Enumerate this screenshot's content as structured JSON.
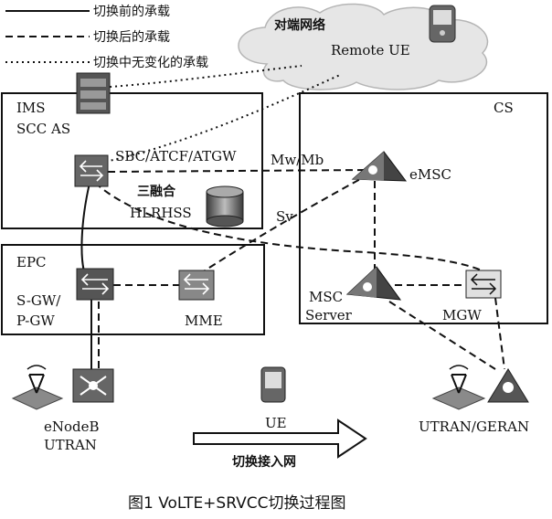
{
  "legend": {
    "solid": "切换前的承载",
    "dashed": "切换后的承载",
    "dotted": "切换中无变化的承载"
  },
  "cloud": {
    "title": "对端网络",
    "remote_ue": "Remote UE"
  },
  "ims": {
    "title": "IMS",
    "scc_as": "SCC AS",
    "sbc": "SBC/ATCF/ATGW",
    "hss_line1": "三融合",
    "hss_line2": "HLRHSS"
  },
  "cs": {
    "title": "CS",
    "emsc": "eMSC",
    "msc_line1": "MSC",
    "msc_line2": "Server",
    "mgw": "MGW"
  },
  "epc": {
    "title": "EPC",
    "sgw_line1": "S-GW/",
    "sgw_line2": "P-GW",
    "mme": "MME"
  },
  "interfaces": {
    "mw_mb": "Mw/Mb",
    "sv": "Sv"
  },
  "ran": {
    "enodeb_line1": "eNodeB",
    "enodeb_line2": "UTRAN",
    "utran_geran": "UTRAN/GERAN"
  },
  "ue": {
    "label": "UE",
    "arrow_label": "切换接入网"
  },
  "caption": "图1  VoLTE+SRVCC切换过程图"
}
